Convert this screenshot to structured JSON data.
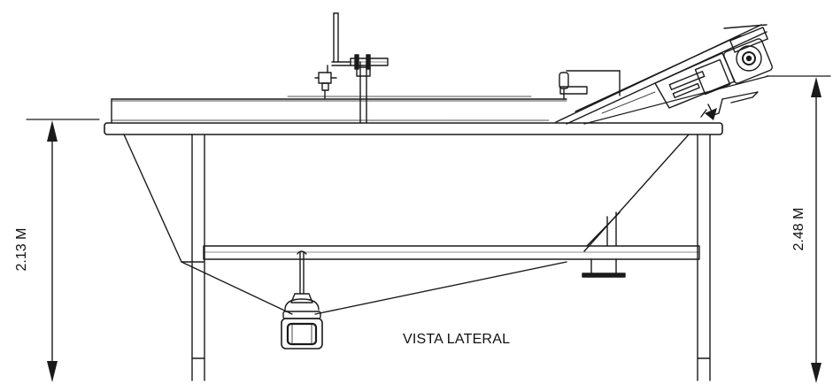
{
  "dimensions": {
    "left_height": "2.13 M",
    "right_height": "2.48 M"
  },
  "caption": "VISTA LATERAL",
  "colors": {
    "line": "#1a1a1a",
    "background": "#ffffff"
  }
}
